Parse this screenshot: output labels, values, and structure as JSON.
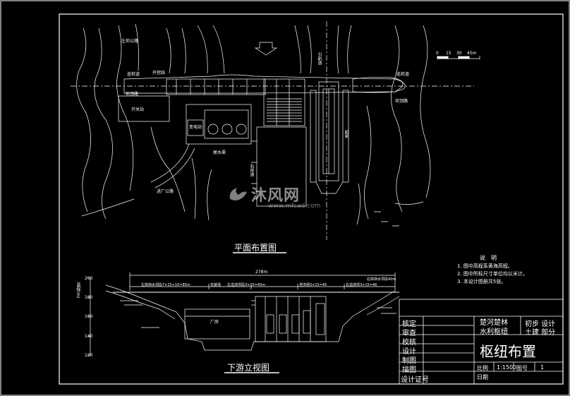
{
  "plan": {
    "title": "平面布置图",
    "labels": {
      "inspection_road_left": "巡检道",
      "inspection_road_right": "巡检道",
      "left_road": "左坝公路",
      "crest_road": "坝顶路",
      "switch_station": "开关站",
      "right_bank": "右岸道",
      "substation": "变电站",
      "tailwater": "尾水渠",
      "diversion": "引航道",
      "powerhouse_road": "进厂公路",
      "boat_channel": "船闸",
      "upper": "开挖线"
    },
    "scale_ticks": [
      "0",
      "15",
      "30",
      "45m"
    ]
  },
  "notes": {
    "heading": "说　明",
    "items": [
      "1. 图中高程系黄海高程。",
      "2. 图中所标尺寸单位均以米计。",
      "3. 本设计图册共5张。"
    ]
  },
  "elevation": {
    "title": "下游立视图",
    "total_length": "278m",
    "axis_title": "高程(m)",
    "axis_ticks": [
      "200",
      "180",
      "160",
      "140",
      "120"
    ],
    "segments": [
      "左岸挡水坝段7×15+10=85m",
      "安装场",
      "左溢流坝段3×15=45m",
      "泄洪闸3×15=45",
      "右溢流坝3×15=46",
      "右岸挡水坝段40m"
    ],
    "powerhouse": "厂房"
  },
  "title_block": {
    "rows_left": [
      "核定",
      "审查",
      "校核",
      "设计",
      "制图",
      "描图",
      "设计证号"
    ],
    "project_line1": "楚河楚林",
    "project_line2": "水利枢纽",
    "stage_line1": "初步 设计",
    "stage_line2": "土建 部分",
    "drawing_title": "枢纽布置",
    "scale_label": "比例",
    "scale_value": "1:1500",
    "sheet_label": "图号",
    "sheet_value": "1",
    "date_label": "日期"
  },
  "watermark": {
    "brand": "沐风网",
    "url": "www.mfcad.com"
  },
  "colors": {
    "background": "#000000",
    "line": "#ffffff"
  }
}
